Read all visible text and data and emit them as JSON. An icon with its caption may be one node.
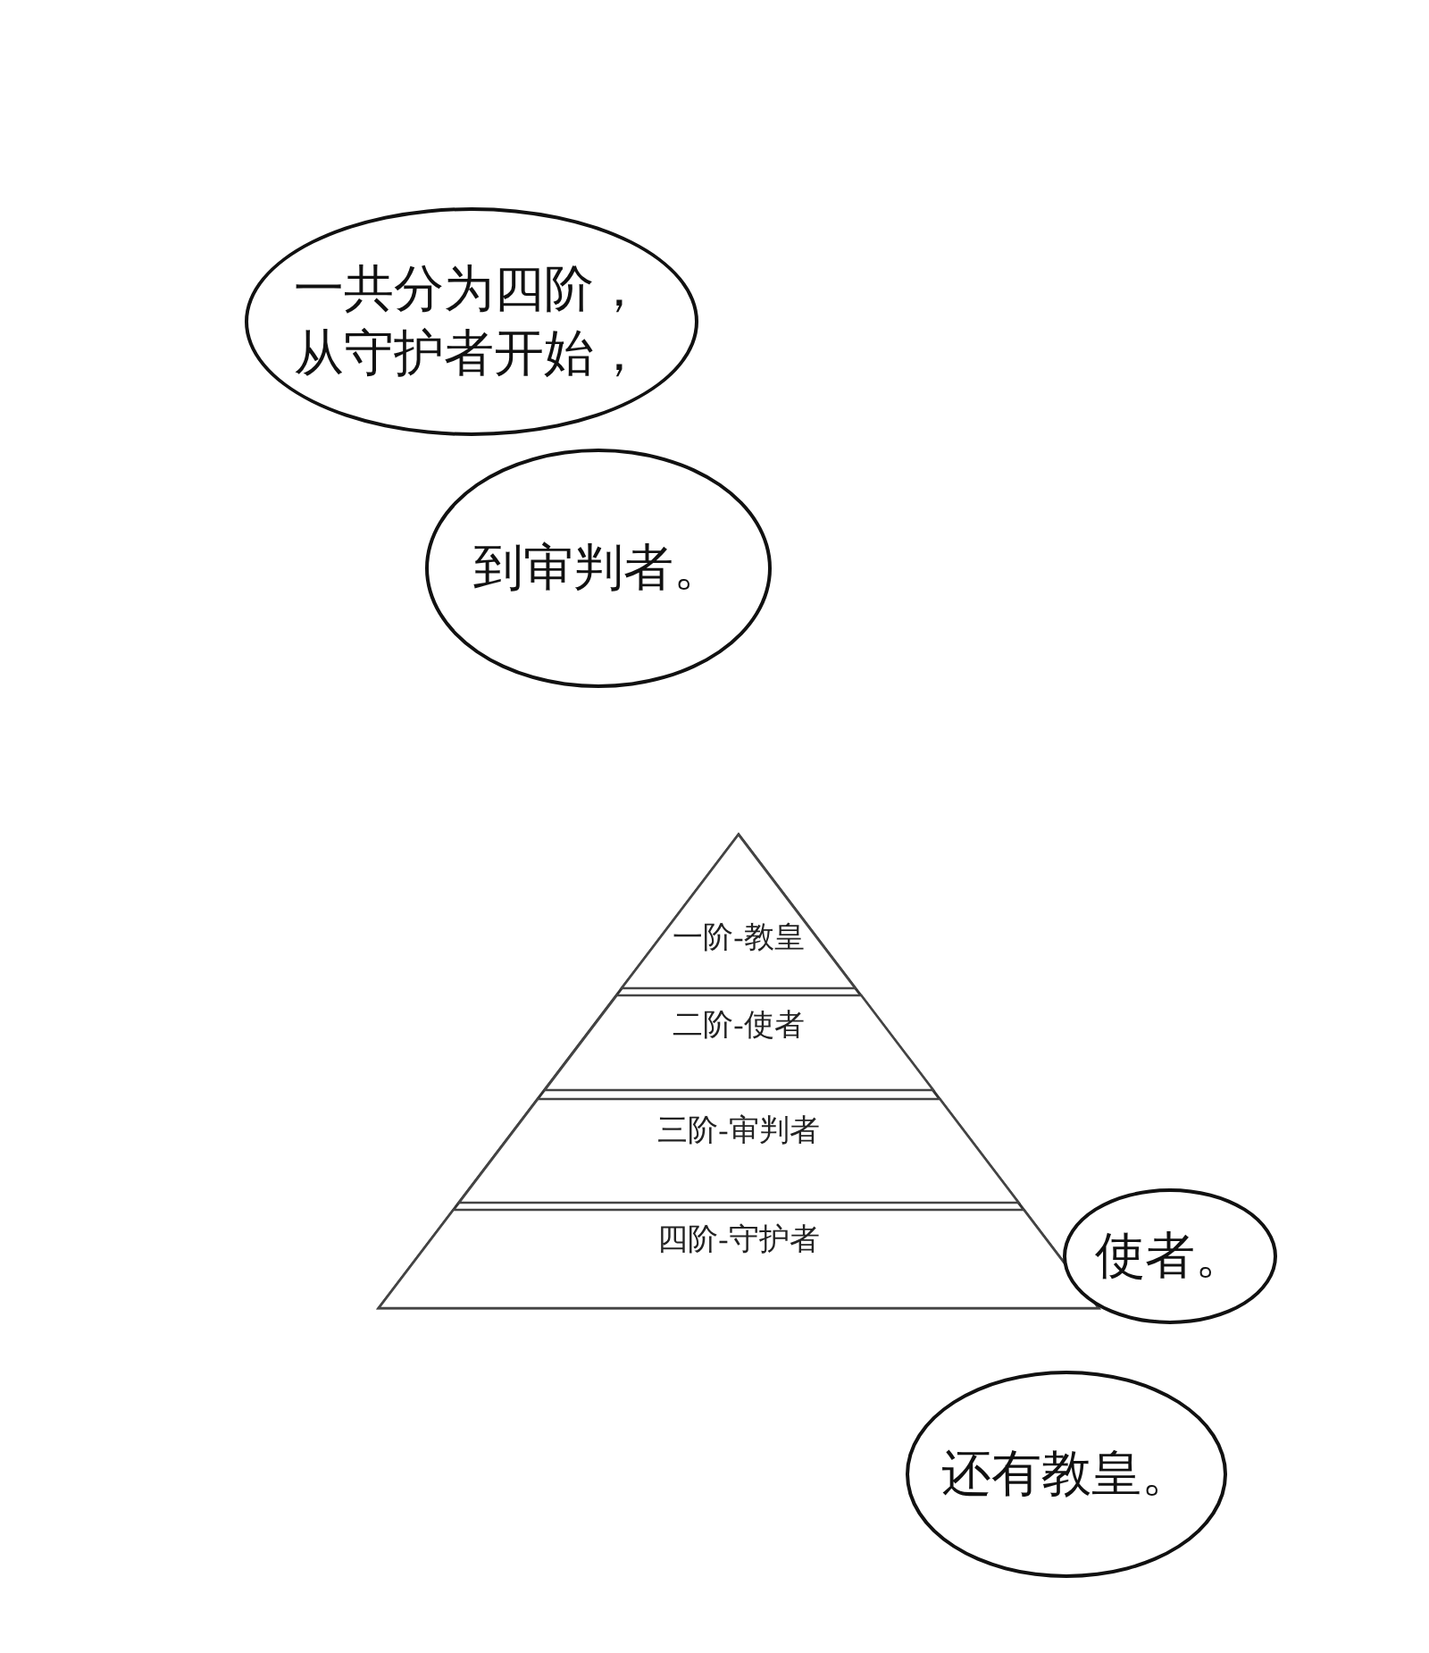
{
  "diagram": {
    "nodes": [
      {
        "text": [
          "一共分为四阶，从守护者开始，"
        ]
      },
      {
        "text": [
          "到审判者。"
        ]
      },
      {
        "text": [],
        "shape": "triangle"
      },
      {
        "text": [
          "一阶-教皇"
        ],
        "in": 2
      },
      {
        "text": [
          "二阶-使者"
        ],
        "in": 2
      },
      {
        "text": [
          "三阶-审判者"
        ],
        "in": 2
      },
      {
        "text": [
          "四阶-守护者"
        ],
        "in": 2
      },
      {
        "text": [
          "使者。"
        ]
      },
      {
        "text": [
          "还有教皇。"
        ]
      }
    ]
  }
}
